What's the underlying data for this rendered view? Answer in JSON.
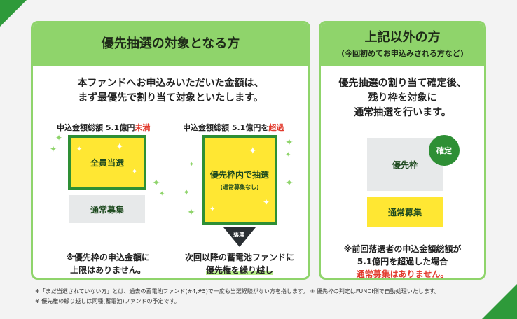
{
  "left_panel": {
    "title": "優先抽選の対象となる方",
    "lead_line1": "本ファンドへお申込みいただいた金額は、",
    "lead_line2": "まず最優先で割り当て対象といたします。",
    "col1": {
      "label_prefix": "申込金額総額 5.1億円",
      "label_suffix": "未満",
      "box_label": "全員当選",
      "gray_label": "通常募集",
      "note_line1": "※優先枠の申込金額に",
      "note_line2": "上限はありません。"
    },
    "col2": {
      "label_prefix": "申込金額総額 5.1億円を",
      "label_suffix": "超過",
      "box_label": "優先枠内で抽選",
      "box_sub": "(通常募集なし)",
      "arrow_label": "落選",
      "note_line1": "次回以降の蓄電池ファンドに",
      "note_line2": "優先権を繰り越し"
    }
  },
  "right_panel": {
    "title": "上記以外の方",
    "subtitle": "(今回初めてお申込みされる方など)",
    "lead_line1": "優先抽選の割り当て確定後、",
    "lead_line2": "残り枠を対象に",
    "lead_line3": "通常抽選を行います。",
    "gray_label": "優先枠",
    "badge": "確定",
    "yellow_label": "通常募集",
    "note_line1": "※前回落選者の申込金額総額が",
    "note_line2": "5.1億円を超過した場合",
    "note_line3": "通常募集はありません。"
  },
  "footnotes": {
    "line1": "※「まだ当選されていない方」とは、過去の蓄電池ファンド(#4,#5)で一度も当選経験がない方を指します。 ※ 優先枠の判定はFUNDI側で自動処理いたします。",
    "line2": "※ 優先権の繰り越しは同種(蓄電池)ファンドの予定です。"
  },
  "colors": {
    "green": "#2e8f35",
    "light_green": "#8fd46b",
    "yellow": "#ffe733",
    "red": "#e23b2e"
  }
}
